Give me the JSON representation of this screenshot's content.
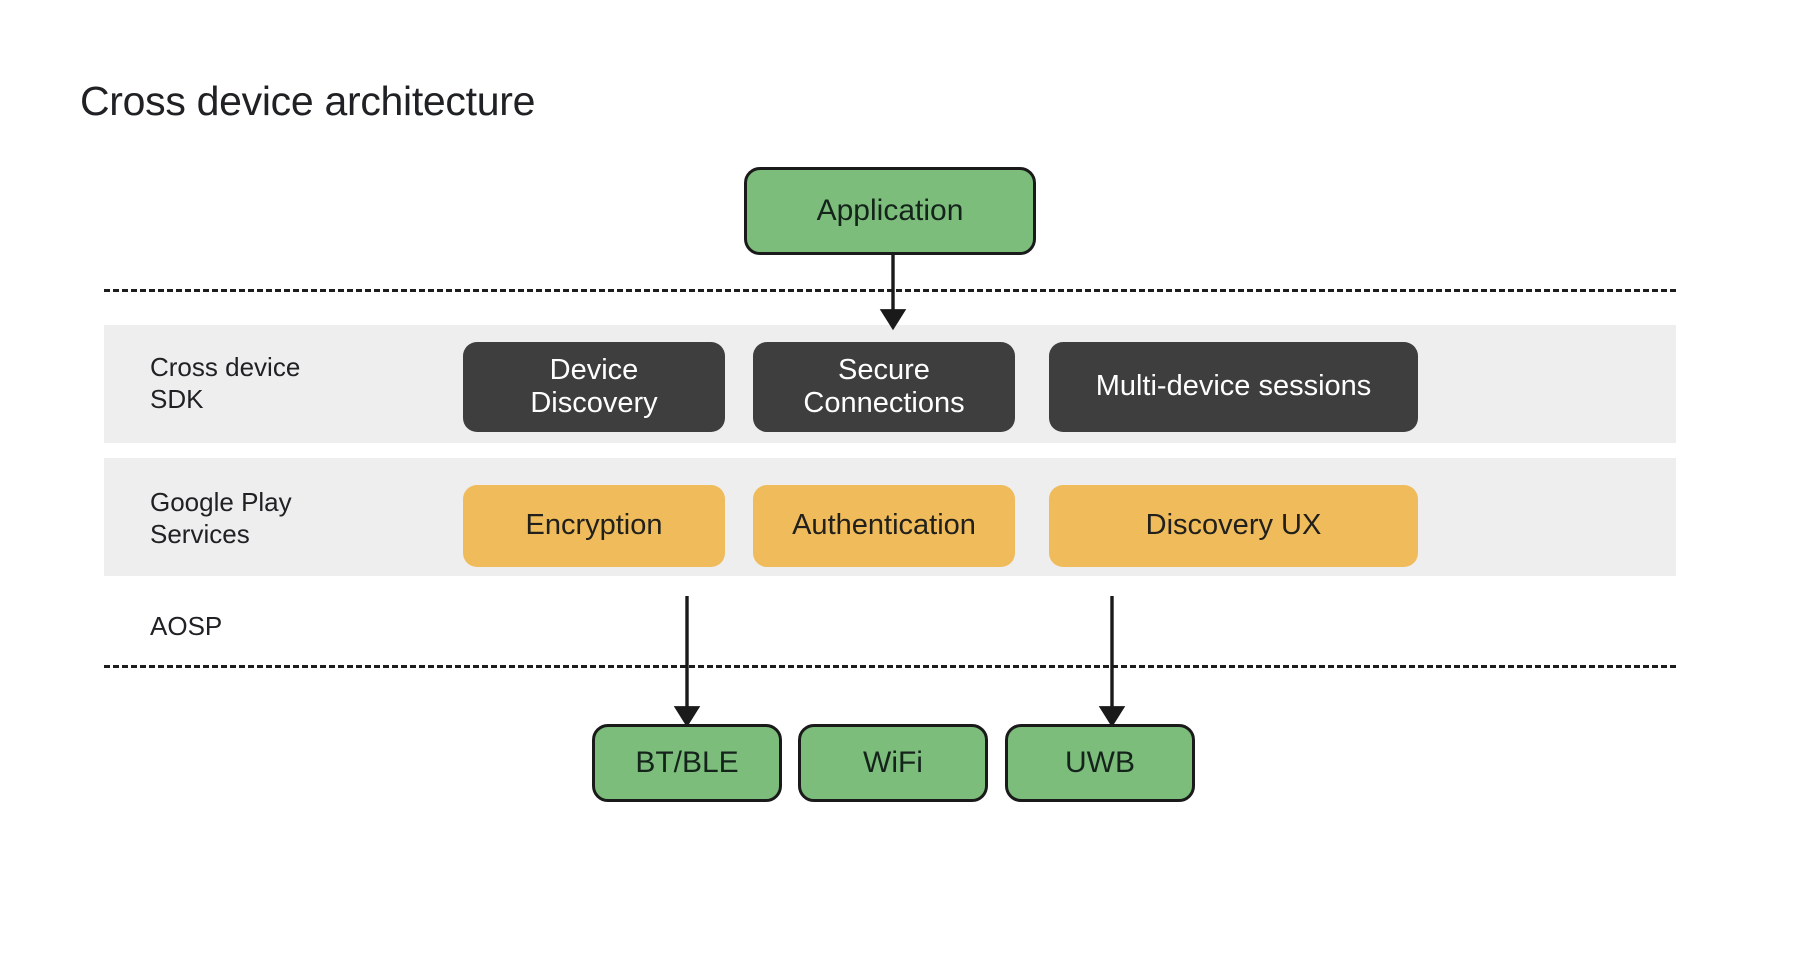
{
  "page_title": "Cross device architecture",
  "colors": {
    "green": "#7cbd7c",
    "dark": "#3e3e3e",
    "amber": "#f0bc5b",
    "band": "#eeeeee",
    "outline": "#1a1a1a",
    "background": "#ffffff",
    "text_dark": "#202124",
    "text_light": "#ffffff"
  },
  "diagram": {
    "type": "layered-architecture",
    "top_node": {
      "label": "Application",
      "style": "green"
    },
    "layers": [
      {
        "label": "Cross device\nSDK",
        "style": "dark",
        "items": [
          {
            "label": "Device\nDiscovery"
          },
          {
            "label": "Secure\nConnections"
          },
          {
            "label": "Multi-device sessions"
          }
        ]
      },
      {
        "label": "Google Play\nServices",
        "style": "amber",
        "items": [
          {
            "label": "Encryption"
          },
          {
            "label": "Authentication"
          },
          {
            "label": "Discovery UX"
          }
        ]
      },
      {
        "label": "AOSP",
        "style": "plain",
        "items": []
      }
    ],
    "bottom_nodes": [
      {
        "label": "BT/BLE",
        "style": "green"
      },
      {
        "label": "WiFi",
        "style": "green"
      },
      {
        "label": "UWB",
        "style": "green"
      }
    ],
    "connections": [
      {
        "from": "Application",
        "to": "Secure Connections"
      },
      {
        "from": "Encryption",
        "to": "BT/BLE"
      },
      {
        "from": "Discovery UX",
        "to": "UWB"
      }
    ],
    "separators": [
      {
        "name": "application-boundary"
      },
      {
        "name": "aosp-boundary"
      }
    ]
  }
}
